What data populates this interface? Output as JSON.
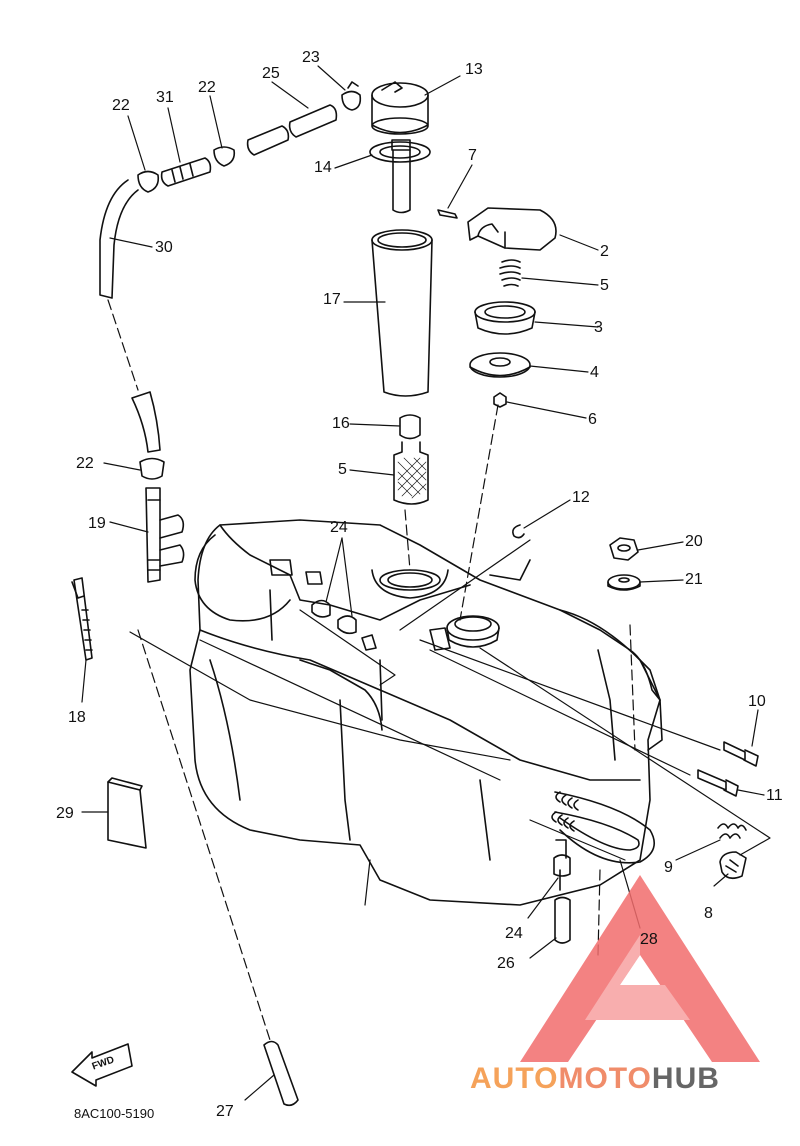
{
  "diagram": {
    "part_labels": [
      "2",
      "3",
      "4",
      "5",
      "5",
      "6",
      "7",
      "8",
      "9",
      "10",
      "11",
      "12",
      "13",
      "14",
      "16",
      "17",
      "18",
      "19",
      "20",
      "21",
      "22",
      "22",
      "22",
      "23",
      "24",
      "24",
      "24",
      "25",
      "26",
      "27",
      "28",
      "29",
      "30",
      "31"
    ],
    "drawing_code": "8AC100-5190",
    "fwd_label": "FWD"
  },
  "watermark": {
    "part1": "AUTO",
    "part2": "MOTO",
    "part3": "HUB",
    "colors": {
      "auto": "#f5a25a",
      "moto": "#f08c6a",
      "hub": "#666666",
      "triangle": "#f26d6d"
    }
  }
}
